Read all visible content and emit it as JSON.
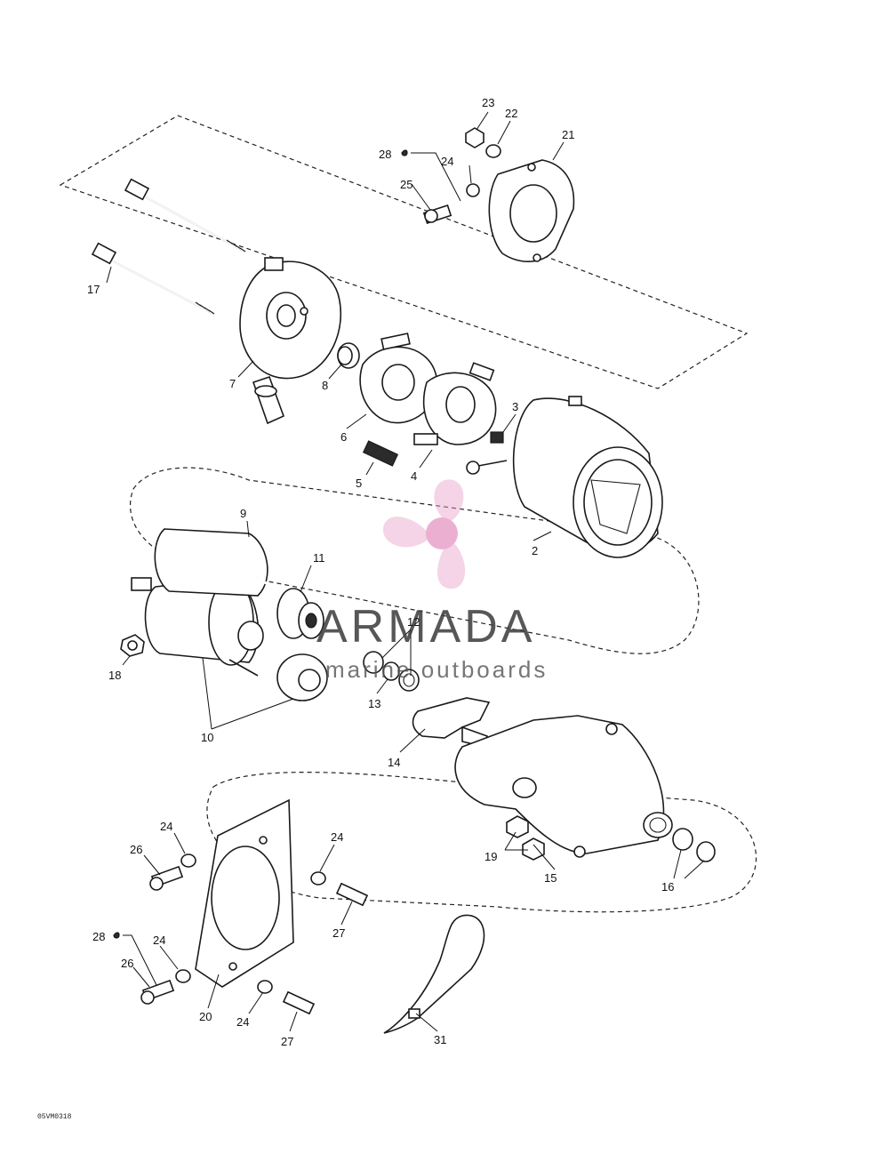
{
  "diagram_ref": "05VM0318",
  "watermark": {
    "name": "ARMADA",
    "tagline": "marine outboards",
    "logo_color": "#e8a3c9"
  },
  "callouts": [
    "2",
    "3",
    "4",
    "5",
    "6",
    "7",
    "8",
    "9",
    "10",
    "11",
    "12",
    "13",
    "14",
    "15",
    "16",
    "17",
    "18",
    "19",
    "20",
    "21",
    "22",
    "23",
    "24",
    "25",
    "26",
    "27",
    "28",
    "31"
  ]
}
